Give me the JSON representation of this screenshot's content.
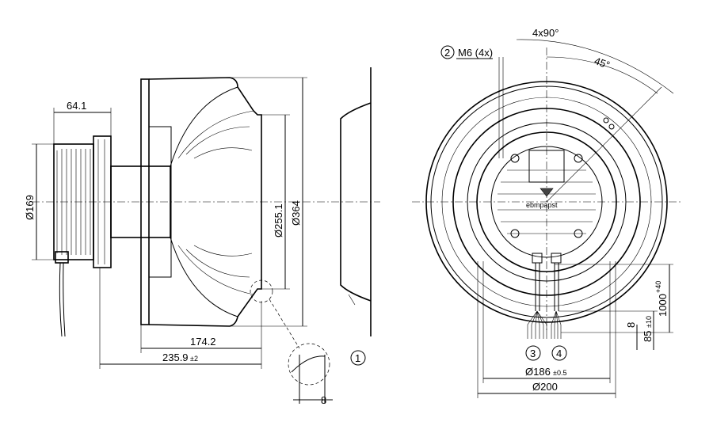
{
  "drawing": {
    "brand_logo": "ebmpapst",
    "side_view": {
      "dim_motor_width": "64.1",
      "dim_motor_dia": "Ø169",
      "dim_inlet_dia": "Ø255.1",
      "dim_outer_dia": "Ø364",
      "dim_impeller_depth": "174.2",
      "dim_total_depth": "235.9",
      "dim_total_depth_tol": "±2",
      "detail_dim": "8",
      "callout_1": "1"
    },
    "front_view": {
      "angle_pattern": "4x90°",
      "angle_offset": "45°",
      "callout_2": "2",
      "thread_label": "M6 (4x)",
      "callout_3": "3",
      "callout_4": "4",
      "dim_bolt_circle": "Ø186",
      "dim_bolt_circle_tol": "±0.5",
      "dim_hub_dia": "Ø200",
      "dim_cable_length": "1000",
      "dim_cable_length_tol": "+40",
      "dim_strip_length": "85",
      "dim_strip_length_tol": "±10",
      "dim_wire_strip": "8"
    }
  }
}
